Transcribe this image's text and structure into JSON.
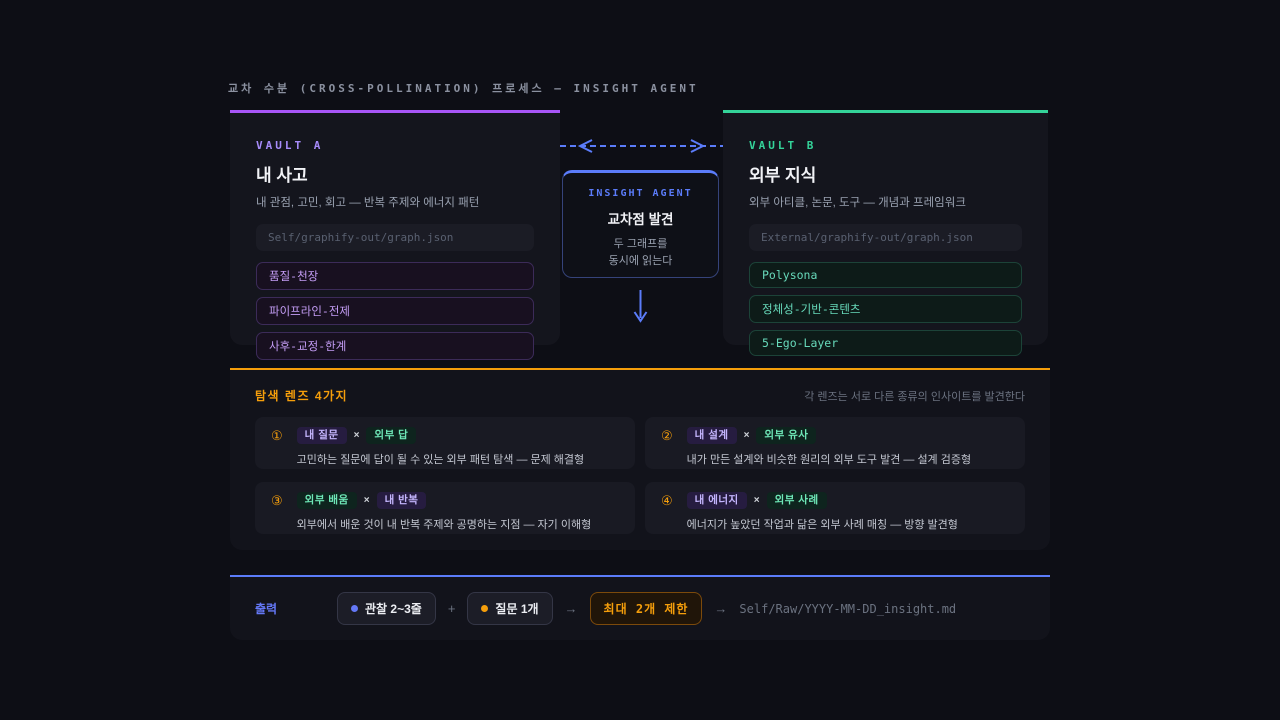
{
  "page": {
    "title": "교차 수분 (CROSS-POLLINATION) 프로세스 — INSIGHT AGENT"
  },
  "vault_a": {
    "label": "VAULT A",
    "title": "내 사고",
    "subtitle": "내 관점, 고민, 회고 — 반복 주제와 에너지 패턴",
    "path": "Self/graphify-out/graph.json",
    "items": [
      "품질-천장",
      "파이프라인-전제",
      "사후-교정-한계"
    ],
    "accent_color": "#a855f7"
  },
  "vault_b": {
    "label": "VAULT B",
    "title": "외부 지식",
    "subtitle": "외부 아티클, 논문, 도구 — 개념과 프레임워크",
    "path": "External/graphify-out/graph.json",
    "items": [
      "Polysona",
      "정체성-기반-콘텐츠",
      "5-Ego-Layer"
    ],
    "accent_color": "#34d399"
  },
  "agent": {
    "label": "INSIGHT AGENT",
    "title": "교차점 발견",
    "desc_line1": "두 그래프를",
    "desc_line2": "동시에 읽는다",
    "accent_color": "#5b7cfa"
  },
  "lenses": {
    "heading": "탐색 렌즈 4가지",
    "note": "각 렌즈는 서로 다른 종류의 인사이트를 발견한다",
    "cross_symbol": "×",
    "accent_color": "#f59e0b",
    "items": [
      {
        "num": "①",
        "chips": [
          {
            "text": "내 질문",
            "kind": "self"
          },
          {
            "text": "외부 답",
            "kind": "external"
          }
        ],
        "desc": "고민하는 질문에 답이 될 수 있는 외부 패턴 탐색 — 문제 해결형"
      },
      {
        "num": "②",
        "chips": [
          {
            "text": "내 설계",
            "kind": "self"
          },
          {
            "text": "외부 유사",
            "kind": "external"
          }
        ],
        "desc": "내가 만든 설계와 비슷한 원리의 외부 도구 발견 — 설계 검증형"
      },
      {
        "num": "③",
        "chips": [
          {
            "text": "외부 배움",
            "kind": "external"
          },
          {
            "text": "내 반복",
            "kind": "self"
          }
        ],
        "desc": "외부에서 배운 것이 내 반복 주제와 공명하는 지점 — 자기 이해형"
      },
      {
        "num": "④",
        "chips": [
          {
            "text": "내 에너지",
            "kind": "self"
          },
          {
            "text": "외부 사례",
            "kind": "external"
          }
        ],
        "desc": "에너지가 높았던 작업과 닮은 외부 사례 매칭 — 방향 발견형"
      }
    ]
  },
  "output": {
    "label": "출력",
    "chip_observation": "관찰 2~3줄",
    "plus_symbol": "+",
    "chip_question": "질문 1개",
    "arrow_symbol": "→",
    "limit_chip": "최대 2개 제한",
    "path": "Self/Raw/YYYY-MM-DD_insight.md"
  }
}
